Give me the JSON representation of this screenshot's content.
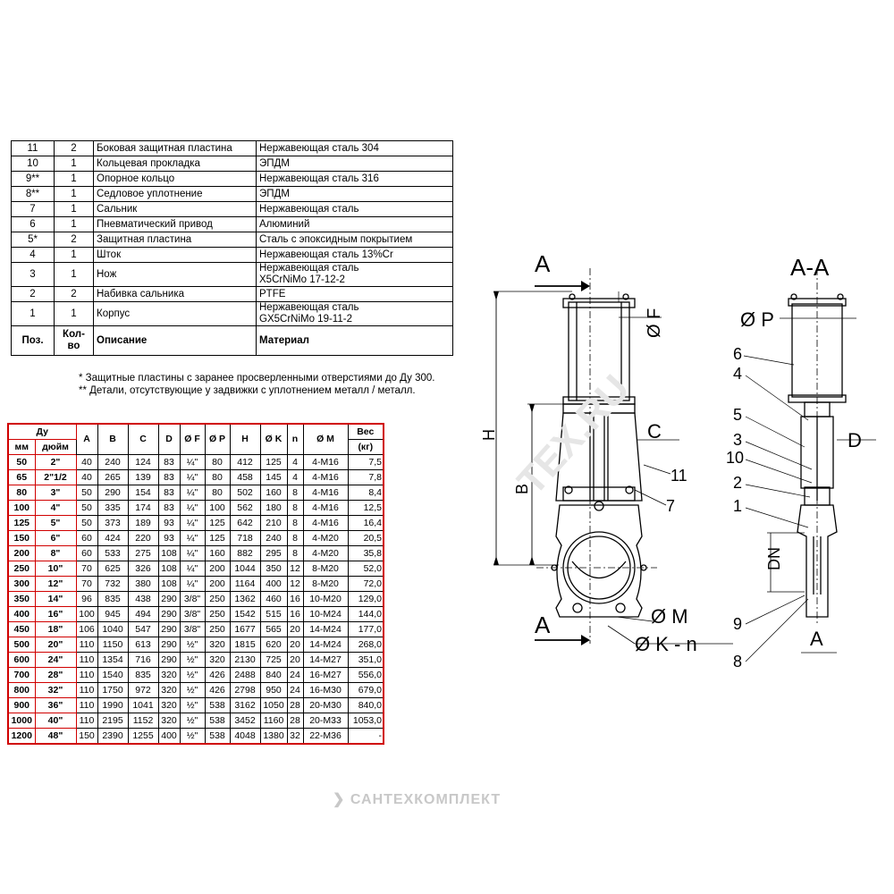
{
  "parts_table": {
    "rows": [
      {
        "pos": "11",
        "qty": "2",
        "desc": "Боковая защитная пластина",
        "mat": "Нержавеющая сталь 304"
      },
      {
        "pos": "10",
        "qty": "1",
        "desc": "Кольцевая прокладка",
        "mat": "ЭПДМ"
      },
      {
        "pos": "9**",
        "qty": "1",
        "desc": "Опорное кольцо",
        "mat": "Нержавеющая сталь 316"
      },
      {
        "pos": "8**",
        "qty": "1",
        "desc": "Седловое уплотнение",
        "mat": "ЭПДМ"
      },
      {
        "pos": "7",
        "qty": "1",
        "desc": "Сальник",
        "mat": "Нержавеющая сталь"
      },
      {
        "pos": "6",
        "qty": "1",
        "desc": "Пневматический привод",
        "mat": "Алюминий"
      },
      {
        "pos": "5*",
        "qty": "2",
        "desc": "Защитная пластина",
        "mat": "Сталь с эпоксидным покрытием"
      },
      {
        "pos": "4",
        "qty": "1",
        "desc": "Шток",
        "mat": "Нержавеющая сталь 13%Cr"
      },
      {
        "pos": "3",
        "qty": "1",
        "desc": "Нож",
        "mat": "Нержавеющая сталь",
        "mat2": "X5CrNiMo 17-12-2"
      },
      {
        "pos": "2",
        "qty": "2",
        "desc": "Набивка сальника",
        "mat": "PTFE"
      },
      {
        "pos": "1",
        "qty": "1",
        "desc": "Корпус",
        "mat": "Нержавеющая сталь",
        "mat2": "GX5CrNiMo 19-11-2"
      }
    ],
    "headers": {
      "pos": "Поз.",
      "qty": "Кол-во",
      "desc": "Описание",
      "mat": "Материал"
    }
  },
  "notes": [
    "* Защитные пластины с заранее просверленными отверстиями до Ду 300.",
    "** Детали, отсутствующие у задвижки с уплотнением металл / металл."
  ],
  "dims_table": {
    "headers": {
      "dn": "Ду",
      "mm": "мм",
      "inch": "дюйм",
      "cols": [
        "A",
        "B",
        "C",
        "D",
        "Ø F",
        "Ø P",
        "H",
        "Ø K",
        "n",
        "Ø M"
      ],
      "weight1": "Вес",
      "weight2": "(кг)"
    },
    "rows": [
      [
        "50",
        "2\"",
        "40",
        "240",
        "124",
        "83",
        "¼\"",
        "80",
        "412",
        "125",
        "4",
        "4-M16",
        "7,5"
      ],
      [
        "65",
        "2\"1/2",
        "40",
        "265",
        "139",
        "83",
        "¼\"",
        "80",
        "458",
        "145",
        "4",
        "4-M16",
        "7,8"
      ],
      [
        "80",
        "3\"",
        "50",
        "290",
        "154",
        "83",
        "¼\"",
        "80",
        "502",
        "160",
        "8",
        "4-M16",
        "8,4"
      ],
      [
        "100",
        "4\"",
        "50",
        "335",
        "174",
        "83",
        "¼\"",
        "100",
        "562",
        "180",
        "8",
        "4-M16",
        "12,5"
      ],
      [
        "125",
        "5\"",
        "50",
        "373",
        "189",
        "93",
        "¼\"",
        "125",
        "642",
        "210",
        "8",
        "4-M16",
        "16,4"
      ],
      [
        "150",
        "6\"",
        "60",
        "424",
        "220",
        "93",
        "¼\"",
        "125",
        "718",
        "240",
        "8",
        "4-M20",
        "20,5"
      ],
      [
        "200",
        "8\"",
        "60",
        "533",
        "275",
        "108",
        "¼\"",
        "160",
        "882",
        "295",
        "8",
        "4-M20",
        "35,8"
      ],
      [
        "250",
        "10\"",
        "70",
        "625",
        "326",
        "108",
        "¼\"",
        "200",
        "1044",
        "350",
        "12",
        "8-M20",
        "52,0"
      ],
      [
        "300",
        "12\"",
        "70",
        "732",
        "380",
        "108",
        "¼\"",
        "200",
        "1164",
        "400",
        "12",
        "8-M20",
        "72,0"
      ],
      [
        "350",
        "14\"",
        "96",
        "835",
        "438",
        "290",
        "3/8\"",
        "250",
        "1362",
        "460",
        "16",
        "10-M20",
        "129,0"
      ],
      [
        "400",
        "16\"",
        "100",
        "945",
        "494",
        "290",
        "3/8\"",
        "250",
        "1542",
        "515",
        "16",
        "10-M24",
        "144,0"
      ],
      [
        "450",
        "18\"",
        "106",
        "1040",
        "547",
        "290",
        "3/8\"",
        "250",
        "1677",
        "565",
        "20",
        "14-M24",
        "177,0"
      ],
      [
        "500",
        "20\"",
        "110",
        "1150",
        "613",
        "290",
        "½\"",
        "320",
        "1815",
        "620",
        "20",
        "14-M24",
        "268,0"
      ],
      [
        "600",
        "24\"",
        "110",
        "1354",
        "716",
        "290",
        "½\"",
        "320",
        "2130",
        "725",
        "20",
        "14-M27",
        "351,0"
      ],
      [
        "700",
        "28\"",
        "110",
        "1540",
        "835",
        "320",
        "½\"",
        "426",
        "2488",
        "840",
        "24",
        "16-M27",
        "556,0"
      ],
      [
        "800",
        "32\"",
        "110",
        "1750",
        "972",
        "320",
        "½\"",
        "426",
        "2798",
        "950",
        "24",
        "16-M30",
        "679,0"
      ],
      [
        "900",
        "36\"",
        "110",
        "1990",
        "1041",
        "320",
        "½\"",
        "538",
        "3162",
        "1050",
        "28",
        "20-M30",
        "840,0"
      ],
      [
        "1000",
        "40\"",
        "110",
        "2195",
        "1152",
        "320",
        "½\"",
        "538",
        "3452",
        "1160",
        "28",
        "20-M33",
        "1053,0"
      ],
      [
        "1200",
        "48\"",
        "150",
        "2390",
        "1255",
        "400",
        "½\"",
        "538",
        "4048",
        "1380",
        "32",
        "22-M36",
        "-"
      ]
    ]
  },
  "drawing": {
    "labels": {
      "section_a": "A",
      "section_aa": "A-A",
      "dim_h": "H",
      "dim_b": "B",
      "dim_c": "C",
      "dim_d": "D",
      "dim_dn": "DN",
      "dim_f": "Ø F",
      "dim_p": "Ø P",
      "dim_m": "Ø M",
      "dim_kn": "Ø K - n",
      "callouts": [
        "6",
        "4",
        "5",
        "3",
        "10",
        "2",
        "1",
        "9",
        "8",
        "11",
        "7"
      ]
    }
  },
  "watermark": "САНТЕХКОМПЛЕКТ",
  "watermark_diag": "ТЕХ.RU"
}
